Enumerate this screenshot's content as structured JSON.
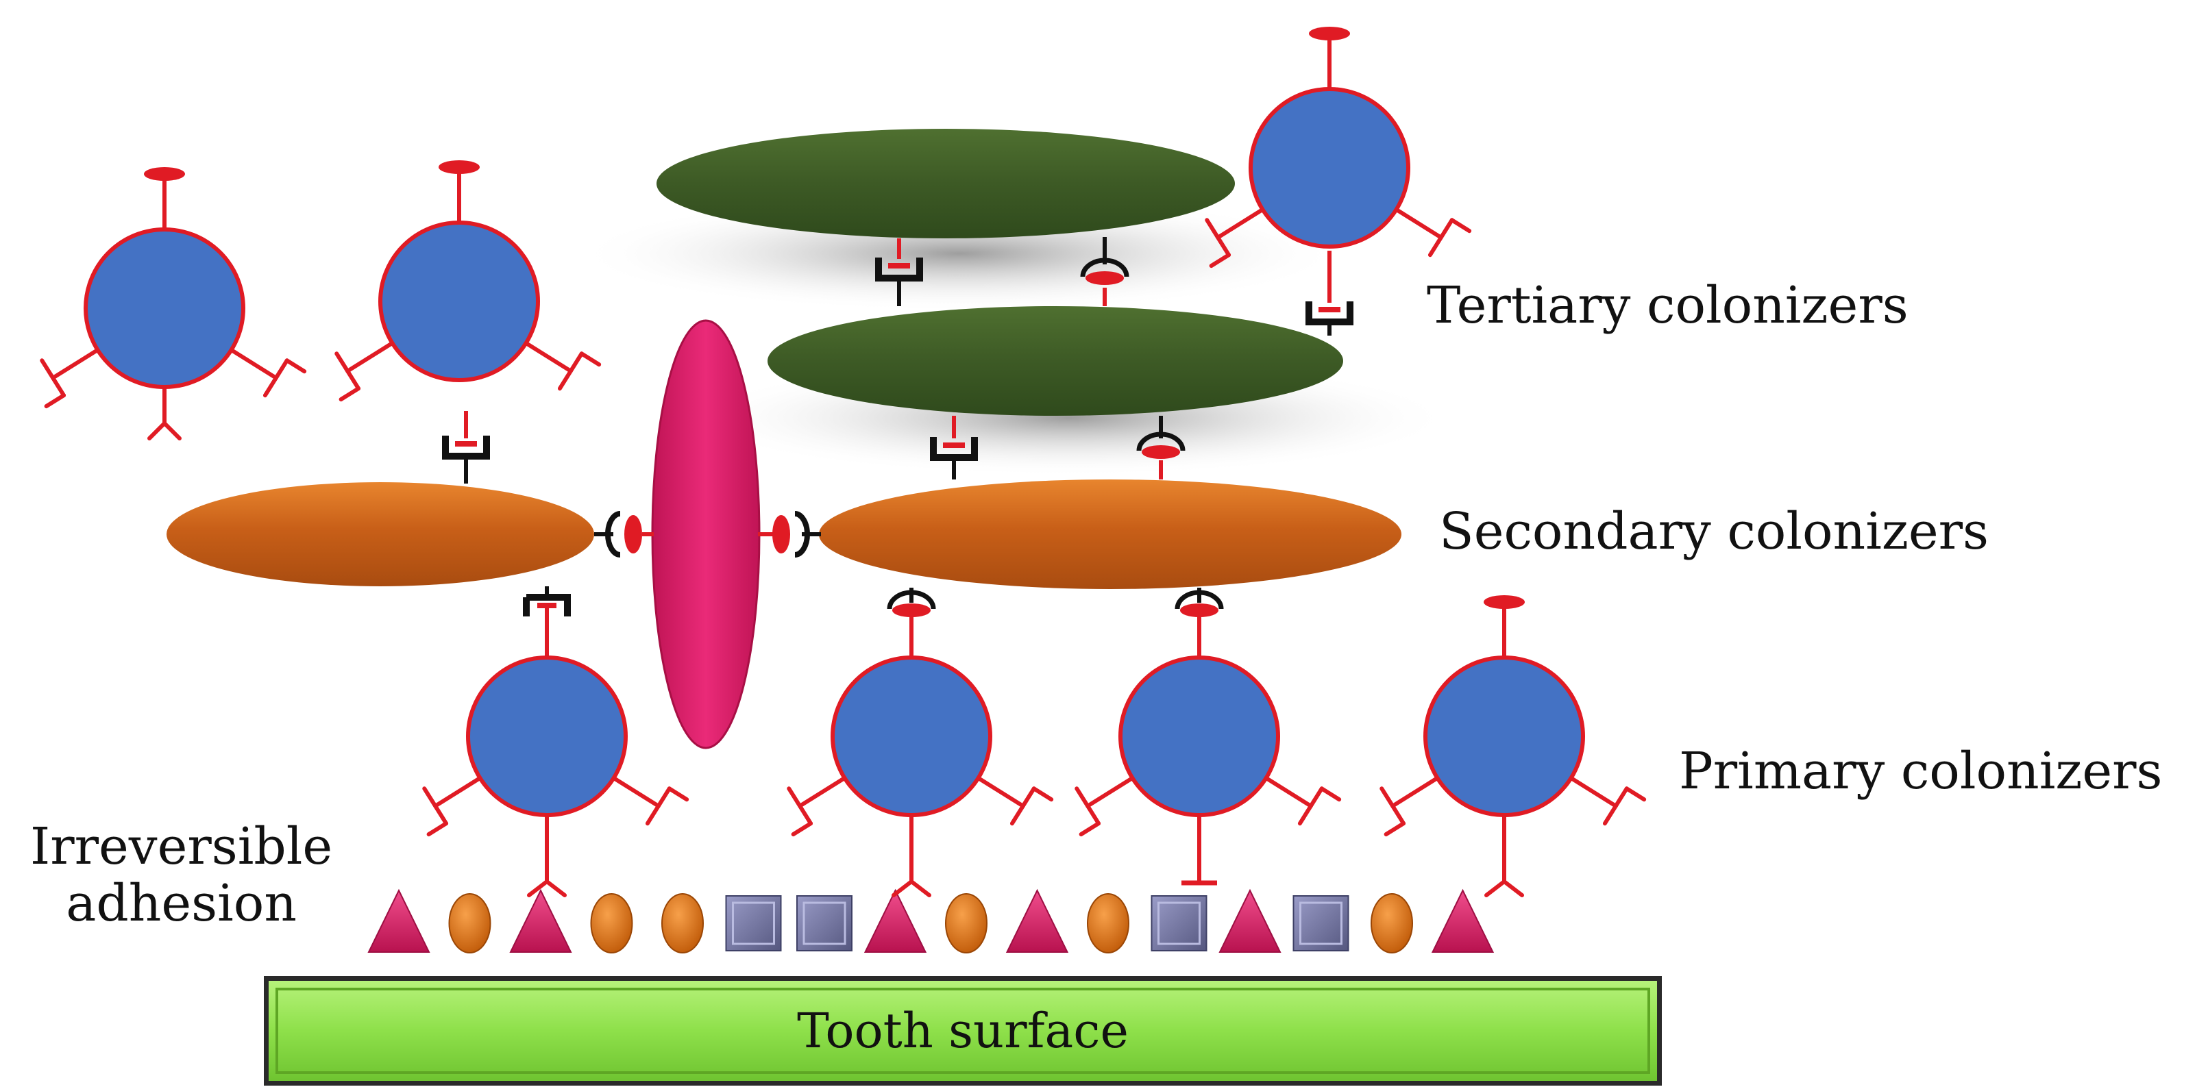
{
  "labels": {
    "tertiary": "Tertiary colonizers",
    "secondary": "Secondary colonizers",
    "primary": "Primary colonizers",
    "irreversible_line1": "Irreversible",
    "irreversible_line2": "adhesion",
    "tooth_surface": "Tooth surface"
  },
  "colors": {
    "cell_blue": "#4472c4",
    "outline_red": "#e01b24",
    "bacteria_orange": "#c8601a",
    "bacteria_green": "#3d5a25",
    "bacteria_pink": "#e21a6a",
    "receptor_pink": "#d81b60",
    "receptor_orange": "#e07010",
    "receptor_slate": "#6d6f9c",
    "tooth_green": "#8ee04a",
    "connector_black": "#111111"
  },
  "receptor_sequence": [
    "triangle",
    "oval",
    "triangle",
    "oval",
    "oval",
    "square",
    "square",
    "triangle",
    "oval",
    "triangle",
    "oval",
    "square",
    "triangle",
    "square",
    "oval",
    "triangle"
  ]
}
